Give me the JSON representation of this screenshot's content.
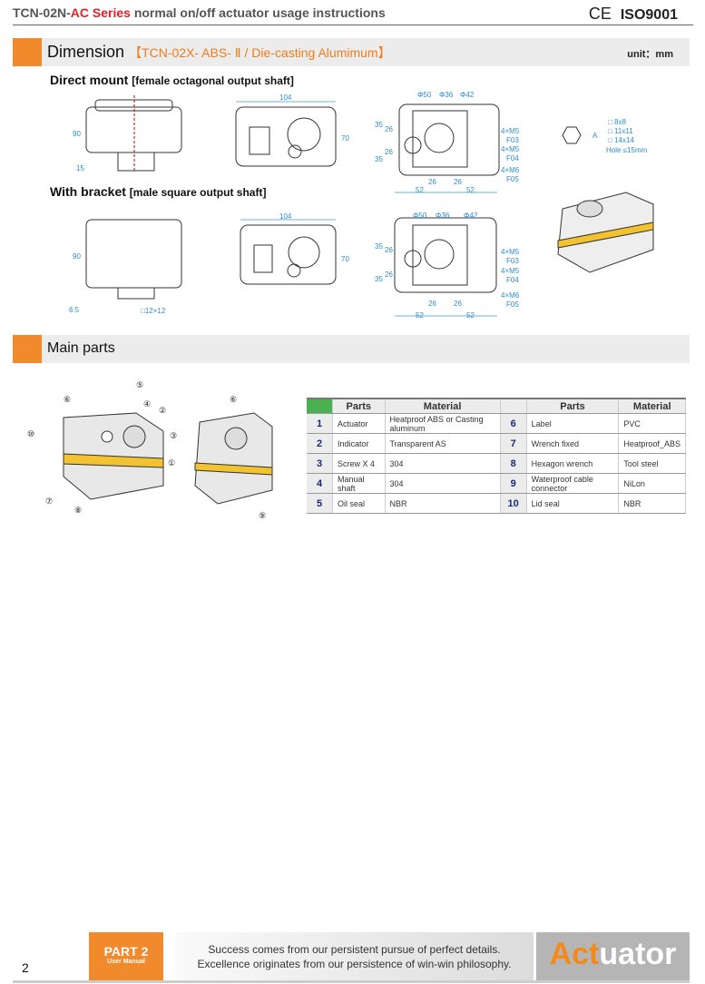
{
  "header": {
    "title_prefix": "TCN-02N-",
    "title_series": "AC Series",
    "title_suffix": " normal on/off actuator usage instructions",
    "cert_ce": "CE",
    "cert_iso": "ISO9001"
  },
  "dimension": {
    "title": "Dimension",
    "subtitle": "【TCN-02X- ABS- Ⅱ / Die-casting Alumimum】",
    "unit": "unit：mm",
    "direct_mount": {
      "title": "Direct mount",
      "desc": "[female octagonal output shaft]"
    },
    "with_bracket": {
      "title": "With bracket",
      "desc": "[male square output shaft]"
    },
    "labels": {
      "w104": "104",
      "h90": "90",
      "h15": "15",
      "h70": "70",
      "h65": "6.5",
      "sq12": "□12×12",
      "d50": "Φ50",
      "d36": "Φ36",
      "d42": "Φ42",
      "d35": "35",
      "d26": "26",
      "d52": "52",
      "m5a": "4×M5",
      "f03": "F03",
      "m5b": "4×M5",
      "f04": "F04",
      "m6": "4×M6",
      "f05": "F05",
      "a": "A"
    },
    "shaft_sizes": [
      "□  8x8",
      "□  11x11",
      "□  14x14"
    ],
    "hole": "Hole ≤15mm"
  },
  "main_parts": {
    "title": "Main parts",
    "callouts": [
      "①",
      "②",
      "③",
      "④",
      "⑤",
      "⑥",
      "⑦",
      "⑧",
      "⑨",
      "⑩"
    ],
    "table": {
      "headers": [
        "Parts",
        "Material",
        "Parts",
        "Material"
      ],
      "rows": [
        {
          "n1": "1",
          "p1": "Actuator",
          "m1": "Heatproof ABS or  Casting aluminum",
          "n2": "6",
          "p2": "Label",
          "m2": "PVC"
        },
        {
          "n1": "2",
          "p1": "Indicator",
          "m1": "Transparent AS",
          "n2": "7",
          "p2": "Wrench fixed",
          "m2": "Heatproof_ABS"
        },
        {
          "n1": "3",
          "p1": "Screw X 4",
          "m1": "304",
          "n2": "8",
          "p2": "Hexagon wrench",
          "m2": "Tool steel"
        },
        {
          "n1": "4",
          "p1": "Manual shaft",
          "m1": "304",
          "n2": "9",
          "p2": "Waterproof cable connector",
          "m2": "NiLon"
        },
        {
          "n1": "5",
          "p1": "Oil seal",
          "m1": "NBR",
          "n2": "10",
          "p2": "Lid seal",
          "m2": "NBR"
        }
      ]
    }
  },
  "footer": {
    "page": "2",
    "part": "PART 2",
    "part_sub": "User Manual",
    "slogan1": "Success comes from our persistent pursue of perfect details.",
    "slogan2": "Excellence originates from our persistence of win-win philosophy.",
    "brand_a": "Act",
    "brand_b": "uator"
  }
}
